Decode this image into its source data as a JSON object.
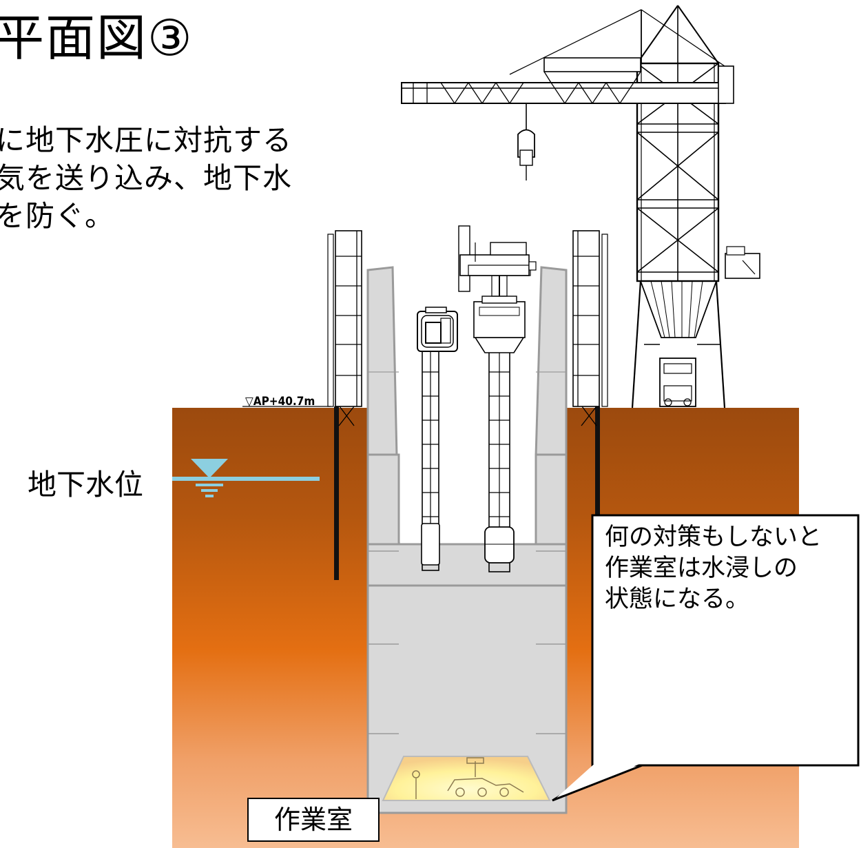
{
  "title": "平面図③",
  "description": "に地下水圧に対抗する\n気を送り込み、地下水\nを防ぐ。",
  "groundwater_label": "地下水位",
  "ground_level_label": "▽AP+40.7m",
  "callout_text": "何の対策もしないと\n作業室は水浸しの\n状態になる。",
  "work_chamber_label": "作業室",
  "colors": {
    "soil_top": "#a24e10",
    "soil_mid": "#e46f12",
    "soil_bottom": "#f6b88a",
    "water_line": "#8ccfe0",
    "caisson_wall": "#d9d9d9",
    "caisson_edge": "#9a9a9a",
    "work_chamber_glow": "#fff4a0"
  },
  "icons": [
    "water-level-triangle-icon",
    "crane-icon",
    "shaft-tower-icon"
  ]
}
